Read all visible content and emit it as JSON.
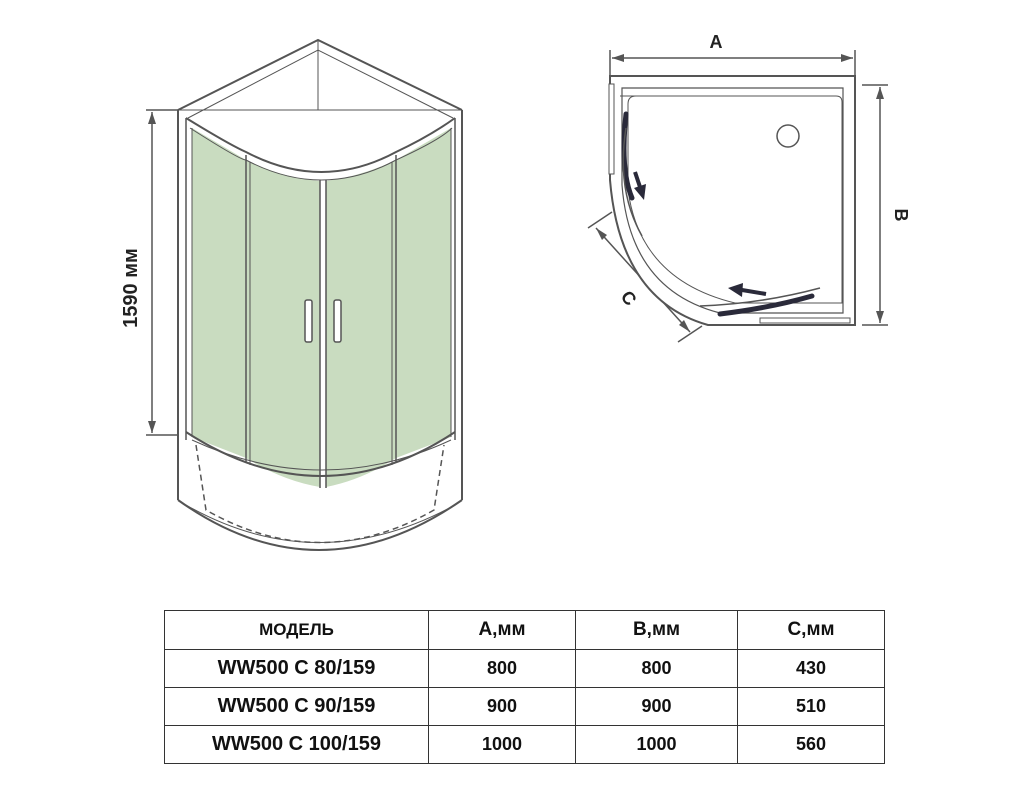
{
  "diagram": {
    "height_label": "1590 мм",
    "dim_a_label": "A",
    "dim_b_label": "B",
    "dim_c_label": "C",
    "colors": {
      "glass": "#c9dcc0",
      "line": "#555555",
      "arrow": "#2a2a3a"
    }
  },
  "table": {
    "headers": [
      "МОДЕЛЬ",
      "A,мм",
      "B,мм",
      "C,мм"
    ],
    "rows": [
      [
        "WW500 C 80/159",
        "800",
        "800",
        "430"
      ],
      [
        "WW500 C 90/159",
        "900",
        "900",
        "510"
      ],
      [
        "WW500 C 100/159",
        "1000",
        "1000",
        "560"
      ]
    ]
  }
}
